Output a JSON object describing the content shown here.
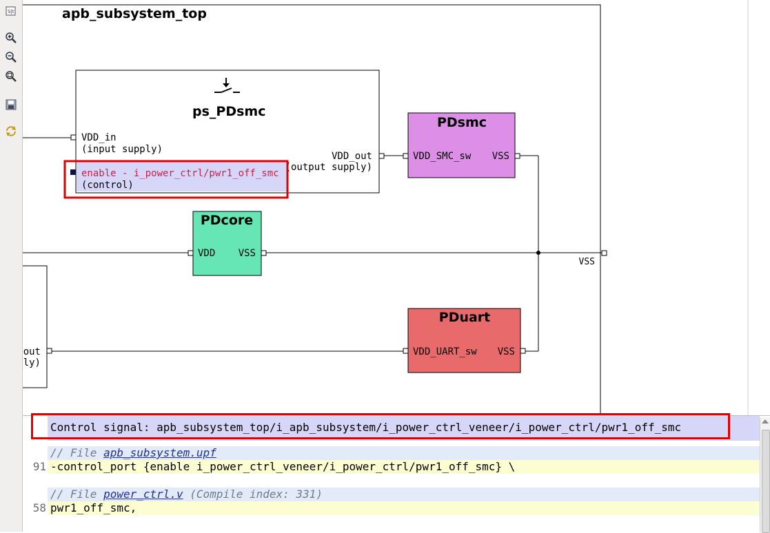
{
  "toolbar": {
    "buttons": [
      {
        "icon": "fit-view-icon"
      },
      {
        "icon": "zoom-in-icon"
      },
      {
        "icon": "zoom-out-icon"
      },
      {
        "icon": "zoom-fit-icon"
      },
      {
        "icon": "save-icon"
      },
      {
        "icon": "refresh-icon"
      }
    ]
  },
  "diagram": {
    "top_title": "apb_subsystem_top",
    "power_switch": {
      "name": "ps_PDsmc",
      "input_port": "VDD_in",
      "input_desc": "(input supply)",
      "control_port": "enable - i_power_ctrl/pwr1_off_smc",
      "control_desc": "(control)",
      "output_port": "VDD_out",
      "output_desc": "(output supply)"
    },
    "pdsmc": {
      "name": "PDsmc",
      "port_in": "VDD_SMC_sw",
      "port_out": "VSS",
      "color": "#dd8ee6"
    },
    "pdcore": {
      "name": "PDcore",
      "port_in": "VDD",
      "port_out": "VSS",
      "color": "#66e6b4"
    },
    "pduart": {
      "name": "PDuart",
      "port_in": "VDD_UART_sw",
      "port_out": "VSS",
      "color": "#e96a6a"
    },
    "vss_label": "VSS",
    "partial_block": {
      "port": "out",
      "desc": "ly)"
    },
    "highlight_color": "#e00000"
  },
  "details": {
    "control_signal": "Control signal: apb_subsystem_top/i_apb_subsystem/i_power_ctrl_veneer/i_power_ctrl/pwr1_off_smc",
    "refs": [
      {
        "comment_prefix": "// File ",
        "file": "apb_subsystem.upf",
        "comment_suffix": "",
        "line": "91",
        "code": "-control_port {enable i_power_ctrl_veneer/i_power_ctrl/pwr1_off_smc} \\"
      },
      {
        "comment_prefix": "// File ",
        "file": "power_ctrl.v",
        "comment_suffix": " (Compile index: 331)",
        "line": "58",
        "code": "pwr1_off_smc,"
      }
    ]
  }
}
